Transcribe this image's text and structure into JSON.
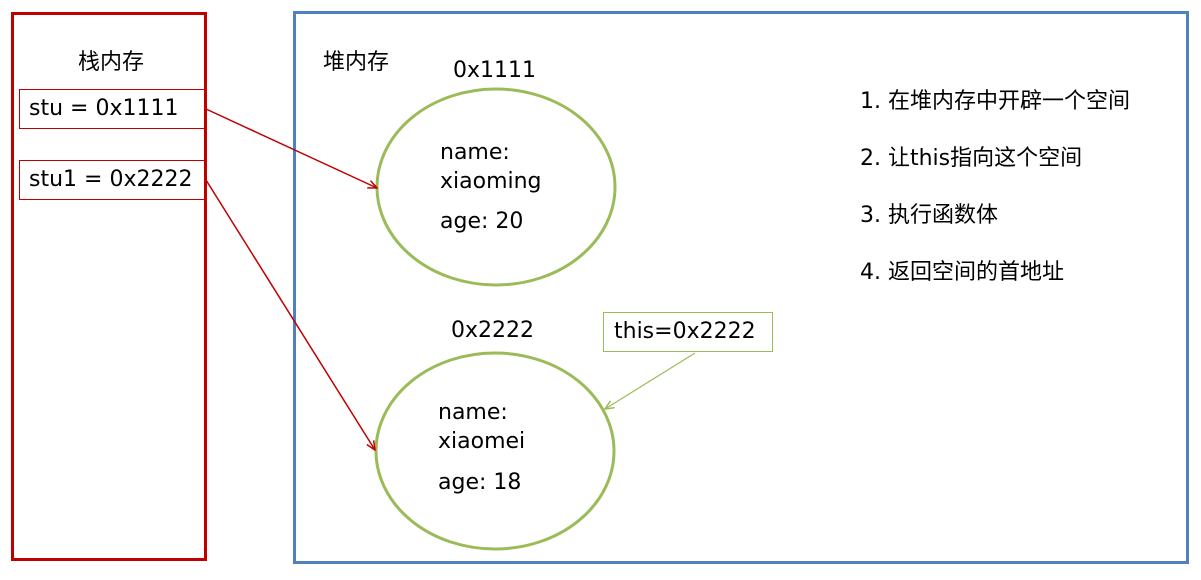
{
  "stack": {
    "title": "栈内存",
    "variables": [
      {
        "text": "stu = 0x1111"
      },
      {
        "text": "stu1 = 0x2222"
      }
    ]
  },
  "heap": {
    "title": "堆内存",
    "objects": [
      {
        "address": "0x1111",
        "name_label": "name:",
        "name_value": "xiaoming",
        "age_text": "age: 20"
      },
      {
        "address": "0x2222",
        "name_label": "name:",
        "name_value": "xiaomei",
        "age_text": "age: 18"
      }
    ],
    "this_pointer": "this=0x2222"
  },
  "steps": [
    "1. 在堆内存中开辟一个空间",
    "2. 让this指向这个空间",
    "3. 执行函数体",
    "4. 返回空间的首地址"
  ],
  "colors": {
    "stack_border": "#c00000",
    "heap_border": "#4f81bd",
    "object_outline": "#9bbb59",
    "pointer_arrow": "#c00000",
    "this_arrow": "#9bbb59"
  }
}
